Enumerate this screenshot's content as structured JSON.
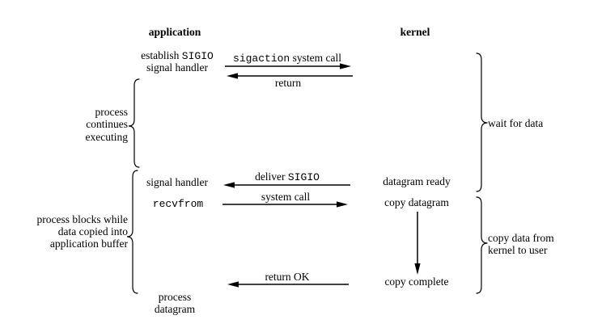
{
  "colors": {
    "ink": "#000000",
    "background": "#ffffff"
  },
  "headers": {
    "application": "application",
    "kernel": "kernel"
  },
  "app": {
    "establish": {
      "pre": "establish ",
      "code": "SIGIO"
    },
    "establish_line2": "signal handler",
    "signal_handler": "signal handler",
    "recvfrom": "recvfrom",
    "process": "process",
    "datagram": "datagram"
  },
  "kernel": {
    "datagram_ready": "datagram ready",
    "copy_datagram": "copy datagram",
    "copy_complete": "copy complete"
  },
  "arrows": {
    "sigaction": {
      "code": "sigaction",
      "post": " system call"
    },
    "return": "return",
    "deliver": {
      "pre": "deliver ",
      "code": "SIGIO"
    },
    "system_call": "system call",
    "return_ok": "return OK"
  },
  "notes": {
    "left_top": {
      "l1": "process",
      "l2": "continues",
      "l3": "executing"
    },
    "left_bottom": {
      "l1": "process blocks while",
      "l2": "data copied into",
      "l3": "application buffer"
    },
    "right_top": "wait for data",
    "right_bottom": {
      "l1": "copy data from",
      "l2": "kernel to user"
    }
  }
}
